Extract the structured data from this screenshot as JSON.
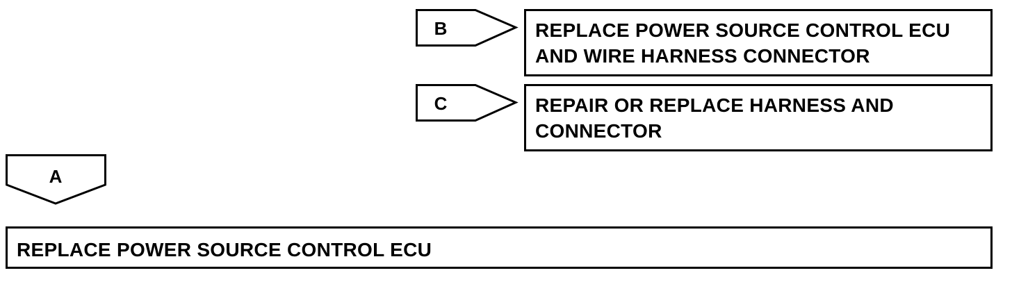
{
  "branches": [
    {
      "tag": "B",
      "action": "REPLACE POWER SOURCE CONTROL ECU\nAND WIRE HARNESS CONNECTOR"
    },
    {
      "tag": "C",
      "action": "REPAIR OR REPLACE HARNESS AND\nCONNECTOR"
    }
  ],
  "main_path": {
    "tag": "A",
    "action": "REPLACE POWER SOURCE CONTROL ECU"
  }
}
